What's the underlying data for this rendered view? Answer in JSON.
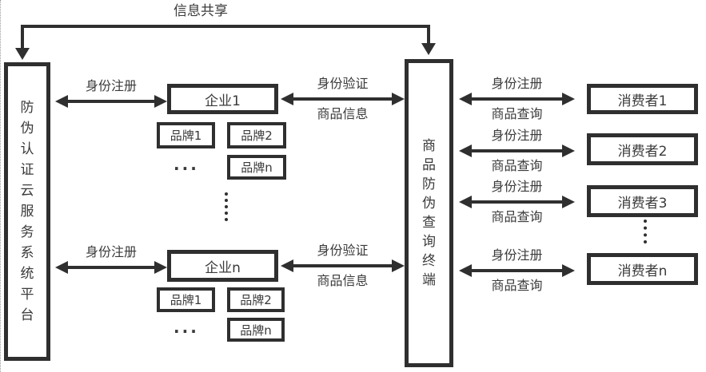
{
  "colors": {
    "line": "#2f2f2f",
    "text": "#3a3a3a",
    "background": "#ffffff"
  },
  "top_link": {
    "label": "信息共享"
  },
  "platform_box": {
    "label": "防伪认证云服务系统平台"
  },
  "terminal_box": {
    "label": "商品防伪查询终端"
  },
  "registration_arrows": [
    {
      "label": "身份注册"
    },
    {
      "label": "身份注册"
    }
  ],
  "enterprise_groups": [
    {
      "enterprise": "企业1",
      "brands": [
        "品牌1",
        "品牌2",
        "品牌n"
      ],
      "ellipsis": "...",
      "terminal_arrow": {
        "top_label": "身份验证",
        "bottom_label": "商品信息"
      }
    },
    {
      "enterprise": "企业n",
      "brands": [
        "品牌1",
        "品牌2",
        "品牌n"
      ],
      "ellipsis": "...",
      "terminal_arrow": {
        "top_label": "身份验证",
        "bottom_label": "商品信息"
      }
    }
  ],
  "consumers": [
    {
      "name": "消费者1",
      "arrow": {
        "top_label": "身份注册",
        "bottom_label": "商品查询"
      }
    },
    {
      "name": "消费者2",
      "arrow": {
        "top_label": "身份注册",
        "bottom_label": "商品查询"
      }
    },
    {
      "name": "消费者3",
      "arrow": {
        "top_label": "身份注册",
        "bottom_label": "商品查询"
      }
    },
    {
      "name": "消费者n",
      "arrow": {
        "top_label": "身份注册",
        "bottom_label": "商品查询"
      }
    }
  ]
}
